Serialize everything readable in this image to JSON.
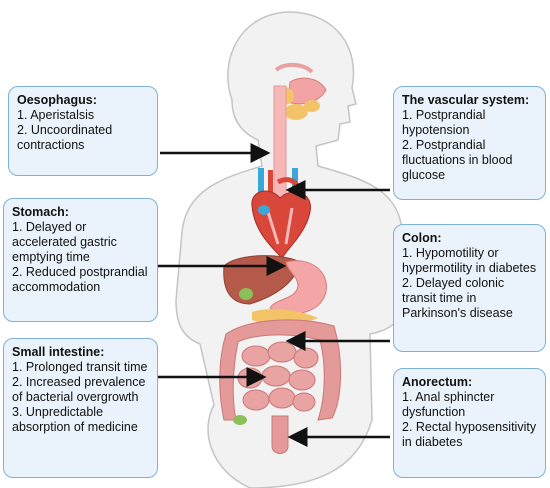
{
  "boxes": {
    "oesophagus": {
      "title": "Oesophagus:",
      "lines": [
        "1. Aperistalsis",
        "2. Uncoordinated contractions"
      ]
    },
    "stomach": {
      "title": "Stomach:",
      "lines": [
        "1. Delayed or accelerated gastric emptying time",
        "2. Reduced postprandial accommodation"
      ]
    },
    "small_intestine": {
      "title": "Small intestine:",
      "lines": [
        "1. Prolonged transit time",
        "2. Increased prevalence of bacterial overgrowth",
        "3. Unpredictable absorption of medicine"
      ]
    },
    "vascular": {
      "title": "The vascular system:",
      "lines": [
        "1. Postprandial hypotension",
        "2. Postprandial fluctuations in blood glucose"
      ]
    },
    "colon": {
      "title": "Colon:",
      "lines": [
        "1. Hypomotility or hypermotility in diabetes",
        "2. Delayed colonic transit time in Parkinson's disease"
      ]
    },
    "anorectum": {
      "title": "Anorectum:",
      "lines": [
        "1. Anal sphincter dysfunction",
        "2. Rectal hyposensitivity in diabetes"
      ]
    }
  },
  "colors": {
    "box_fill": "#eaf3fb",
    "box_border": "#7fb0d8",
    "body_outline": "#c9c9c9",
    "intestine": "#e59a9a",
    "liver": "#b55a4a",
    "heart": "#d9463a",
    "vessel_blue": "#3aa7d8",
    "arrow": "#111111"
  },
  "icons": [
    "body-silhouette",
    "heart-illustration",
    "liver-illustration",
    "stomach-illustration",
    "intestines-illustration"
  ]
}
